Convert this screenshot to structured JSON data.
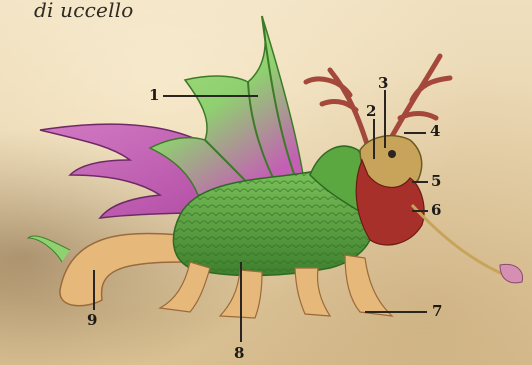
{
  "caption": "di uccello",
  "callouts": [
    {
      "id": "1",
      "label": "1"
    },
    {
      "id": "2",
      "label": "2"
    },
    {
      "id": "3",
      "label": "3"
    },
    {
      "id": "4",
      "label": "4"
    },
    {
      "id": "5",
      "label": "5"
    },
    {
      "id": "6",
      "label": "6"
    },
    {
      "id": "7",
      "label": "7"
    },
    {
      "id": "8",
      "label": "8"
    },
    {
      "id": "9",
      "label": "9"
    }
  ],
  "colors": {
    "parchment": "#ead8b4",
    "wing_green": "#8fd070",
    "wing_pink": "#c45fb4",
    "body_green": "#4f9a3a",
    "belly_tan": "#e6b87a",
    "mane_red": "#a8302a",
    "antler": "#a5483c",
    "label_ink": "#1d1a16"
  }
}
